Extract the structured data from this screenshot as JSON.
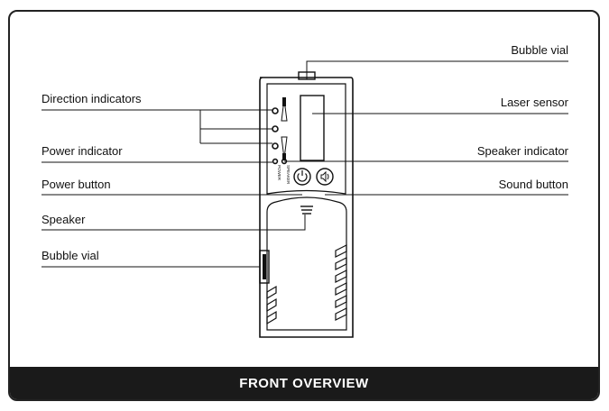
{
  "labels": {
    "bubble_vial_top": "Bubble vial",
    "laser_sensor": "Laser sensor",
    "speaker_indicator": "Speaker indicator",
    "sound_button": "Sound button",
    "direction_indicators": "Direction indicators",
    "power_indicator": "Power indicator",
    "power_button": "Power button",
    "speaker": "Speaker",
    "bubble_vial_side": "Bubble vial"
  },
  "device_text": {
    "speaker": "SPEAKER",
    "power": "POWER"
  },
  "footer": {
    "title": "FRONT OVERVIEW"
  }
}
